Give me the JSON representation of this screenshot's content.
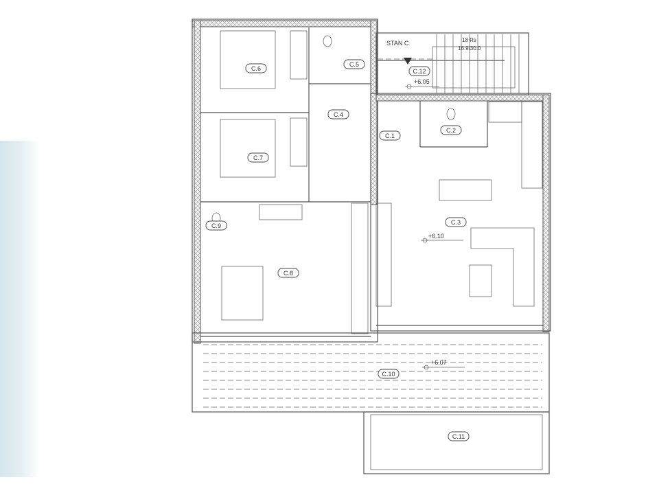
{
  "plan": {
    "unit_label": "STAN C",
    "stairs": {
      "risers": "18 Rs",
      "dimensions": "16.9/30.0"
    },
    "rooms": {
      "c1": "C.1",
      "c2": "C.2",
      "c3": "C.3",
      "c4": "C.4",
      "c5": "C.5",
      "c6": "C.6",
      "c7": "C.7",
      "c8": "C.8",
      "c9": "C.9",
      "c10": "C.10",
      "c11": "C.11",
      "c12": "C.12"
    },
    "elevations": {
      "entrance": "+6.05",
      "living": "+6.10",
      "terrace": "+6.07"
    }
  }
}
